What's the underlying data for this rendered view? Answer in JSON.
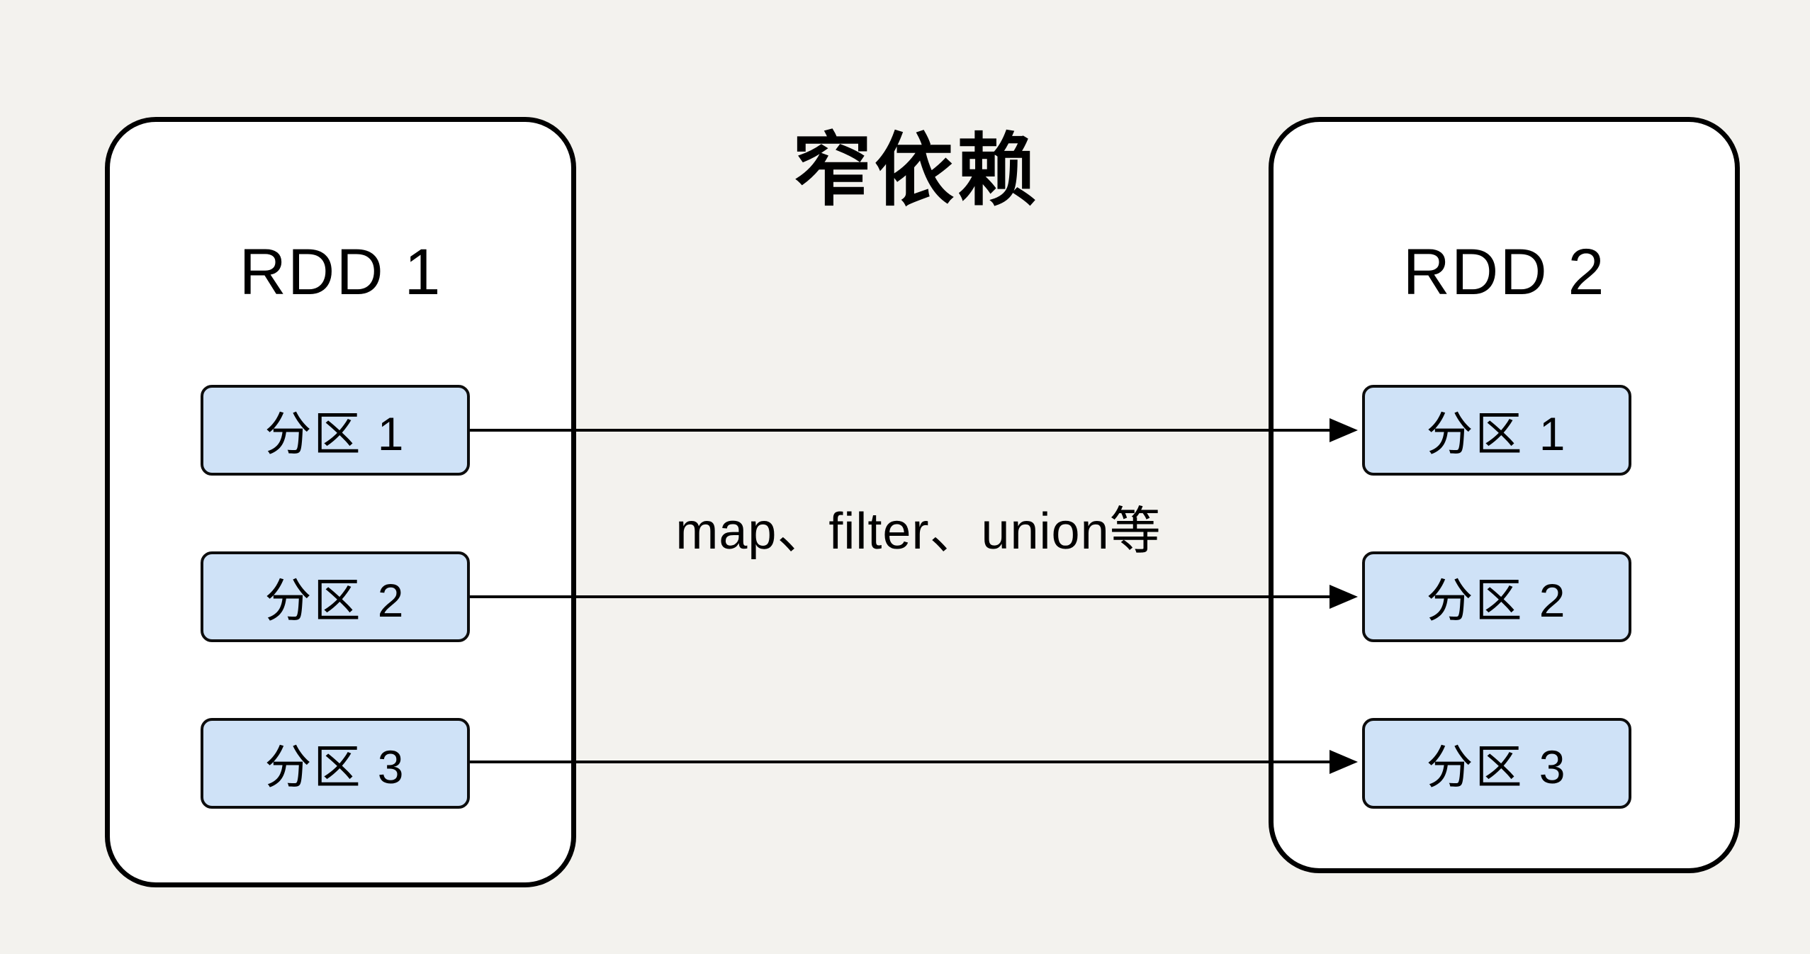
{
  "title": "窄依赖",
  "rdd1": {
    "label": "RDD 1",
    "partitions": [
      "分区 1",
      "分区 2",
      "分区 3"
    ]
  },
  "rdd2": {
    "label": "RDD 2",
    "partitions": [
      "分区 1",
      "分区 2",
      "分区 3"
    ]
  },
  "edge_label": "map、filter、union等",
  "arrows": [
    {
      "from": "RDD 1 分区 1",
      "to": "RDD 2 分区 1"
    },
    {
      "from": "RDD 1 分区 2",
      "to": "RDD 2 分区 2"
    },
    {
      "from": "RDD 1 分区 3",
      "to": "RDD 2 分区 3"
    }
  ],
  "colors": {
    "background": "#f3f2ee",
    "container_fill": "#ffffff",
    "container_border": "#000000",
    "partition_fill": "#cfe2f7",
    "partition_border": "#0d0d0d",
    "arrow": "#000000",
    "text": "#000000"
  }
}
